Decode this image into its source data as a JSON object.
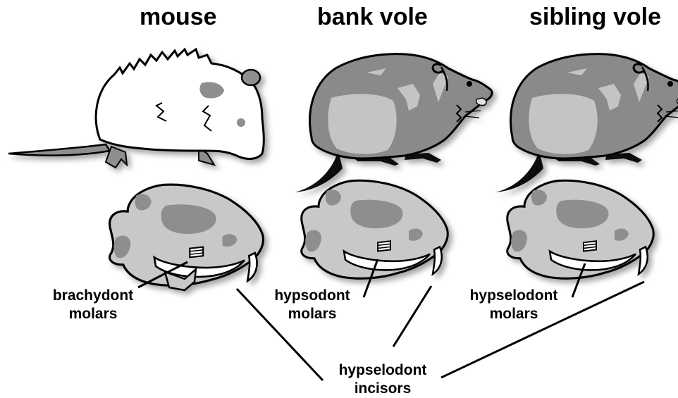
{
  "titles": {
    "mouse": "mouse",
    "bank_vole": "bank vole",
    "sibling_vole": "sibling vole"
  },
  "labels": {
    "brachydont": {
      "line1": "brachydont",
      "line2": "molars"
    },
    "hypsodont": {
      "line1": "hypsodont",
      "line2": "molars"
    },
    "hypselodont_molars": {
      "line1": "hypselodont",
      "line2": "molars"
    },
    "hypselodont_incisors": {
      "line1": "hypselodont",
      "line2": "incisors"
    }
  },
  "colors": {
    "outline": "#000000",
    "dark_fur": "#8a8a8a",
    "light_fur": "#c4c4c4",
    "skull_fill": "#c8c8c8",
    "skull_patch": "#8e8e8e",
    "mouse_fur": "#ffffff"
  }
}
